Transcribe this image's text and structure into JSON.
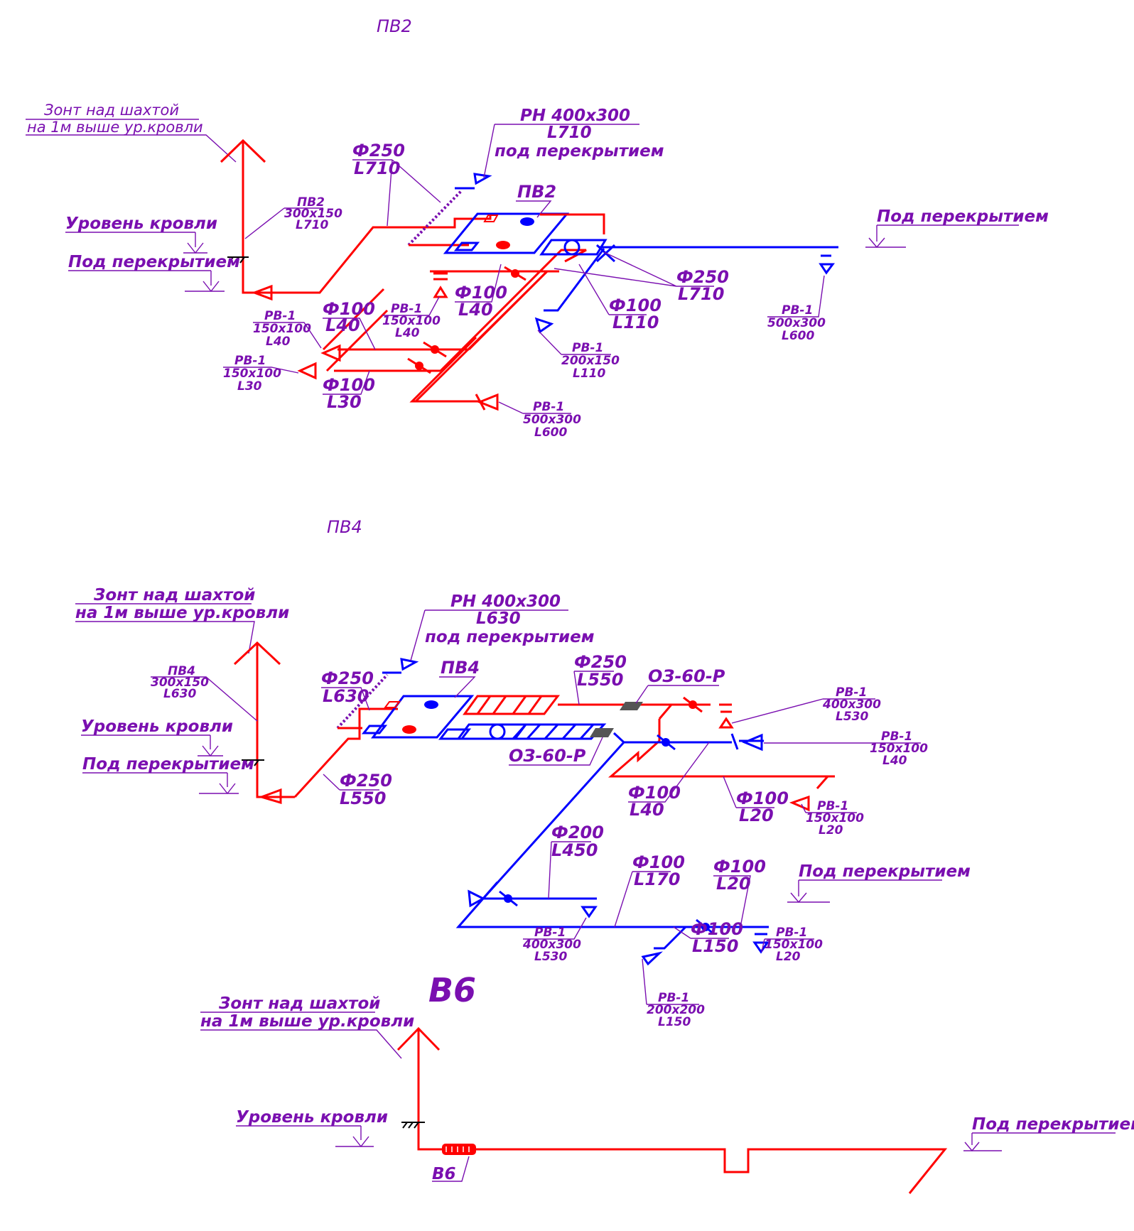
{
  "colors": {
    "supply": "#ff0000",
    "exhaust": "#0000ff",
    "annotation": "#7a0fb0",
    "damper": "#555555"
  },
  "pv2": {
    "title": "ПВ2",
    "umbrella": [
      "Зонт над шахтой",
      "на 1м выше ур.кровли"
    ],
    "roof_level": "Уровень кровли",
    "under_ceiling_left": "Под перекрытием",
    "under_ceiling_right": "Под перекрытием",
    "shaft": [
      "ПВ2",
      "300x150",
      "L710"
    ],
    "intake": [
      "РН 400x300",
      "L710",
      "под перекрытием"
    ],
    "unit": "ПВ2",
    "duct_250_a": [
      "Ф250",
      "L710"
    ],
    "duct_250_b": [
      "Ф250",
      "L710"
    ],
    "duct_100_a": [
      "Ф100",
      "L30"
    ],
    "duct_100_b": [
      "Ф100",
      "L40"
    ],
    "duct_100_c": [
      "Ф100",
      "L40"
    ],
    "duct_100_d": [
      "Ф100",
      "L110"
    ],
    "rv_a": [
      "РВ-1",
      "150x100",
      "L40"
    ],
    "rv_b": [
      "РВ-1",
      "150x100",
      "L30"
    ],
    "rv_c": [
      "РВ-1",
      "150x100",
      "L40"
    ],
    "rv_d": [
      "РВ-1",
      "500x300",
      "L600"
    ],
    "rv_e": [
      "РВ-1",
      "200x150",
      "L110"
    ],
    "rv_f": [
      "РВ-1",
      "500x300",
      "L600"
    ]
  },
  "pv4": {
    "title": "ПВ4",
    "umbrella": [
      "Зонт над шахтой",
      "на 1м выше ур.кровли"
    ],
    "roof_level": "Уровень кровли",
    "under_ceiling_left": "Под перекрытием",
    "under_ceiling_right": "Под перекрытием",
    "shaft": [
      "ПВ4",
      "300x150",
      "L630"
    ],
    "intake": [
      "РН 400x300",
      "L630",
      "под перекрытием"
    ],
    "unit": "ПВ4",
    "duct_250_a": [
      "Ф250",
      "L630"
    ],
    "duct_250_b": [
      "Ф250",
      "L550"
    ],
    "duct_250_c": [
      "Ф250",
      "L550"
    ],
    "damper_a": "ОЗ-60-Р",
    "damper_b": "ОЗ-60-Р",
    "duct_100_a": [
      "Ф100",
      "L40"
    ],
    "duct_100_b": [
      "Ф100",
      "L20"
    ],
    "duct_200": [
      "Ф200",
      "L450"
    ],
    "duct_100_c": [
      "Ф100",
      "L170"
    ],
    "duct_100_d": [
      "Ф100",
      "L20"
    ],
    "duct_100_e": [
      "Ф100",
      "L150"
    ],
    "rv_a": [
      "РВ-1",
      "400x300",
      "L530"
    ],
    "rv_b": [
      "РВ-1",
      "150x100",
      "L40"
    ],
    "rv_c": [
      "РВ-1",
      "150x100",
      "L20"
    ],
    "rv_d": [
      "РВ-1",
      "400x300",
      "L530"
    ],
    "rv_e": [
      "РВ-1",
      "150x100",
      "L20"
    ],
    "rv_f": [
      "РВ-1",
      "200x200",
      "L150"
    ]
  },
  "v6": {
    "title": "В6",
    "umbrella": [
      "Зонт над шахтой",
      "на 1м выше ур.кровли"
    ],
    "roof_level": "Уровень кровли",
    "under_ceiling": "Под перекрытием",
    "tag": "В6"
  }
}
